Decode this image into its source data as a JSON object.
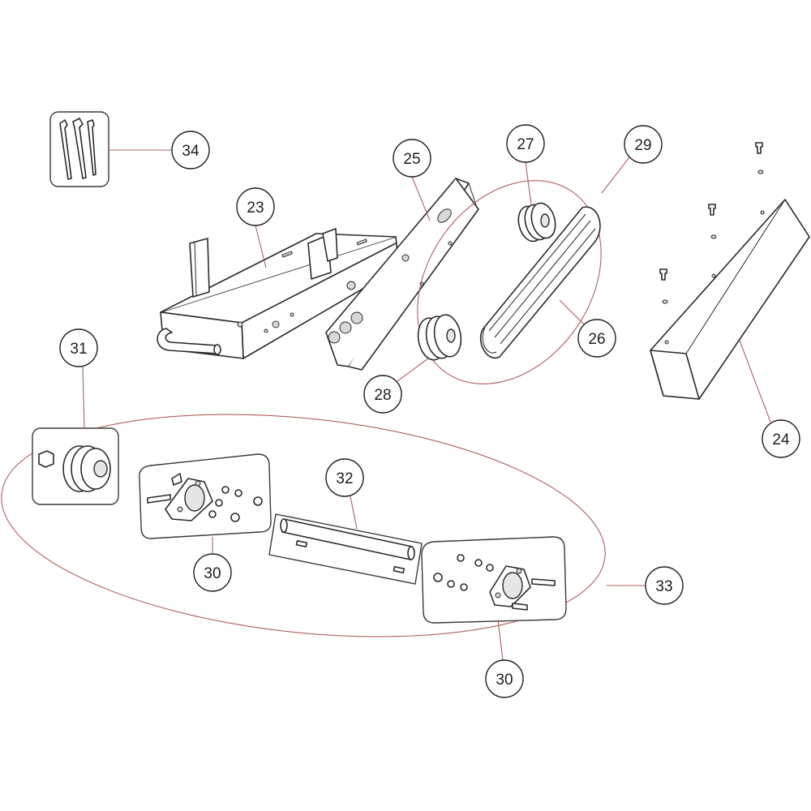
{
  "callouts": [
    {
      "id": "c34",
      "label": "34"
    },
    {
      "id": "c23",
      "label": "23"
    },
    {
      "id": "c25",
      "label": "25"
    },
    {
      "id": "c27",
      "label": "27"
    },
    {
      "id": "c29",
      "label": "29"
    },
    {
      "id": "c26",
      "label": "26"
    },
    {
      "id": "c28",
      "label": "28"
    },
    {
      "id": "c24",
      "label": "24"
    },
    {
      "id": "c31",
      "label": "31"
    },
    {
      "id": "c32",
      "label": "32"
    },
    {
      "id": "c30a",
      "label": "30"
    },
    {
      "id": "c33",
      "label": "33"
    },
    {
      "id": "c30b",
      "label": "30"
    }
  ],
  "colors": {
    "line": "#2a2a2a",
    "leader": "#b06060",
    "background": "#ffffff"
  }
}
